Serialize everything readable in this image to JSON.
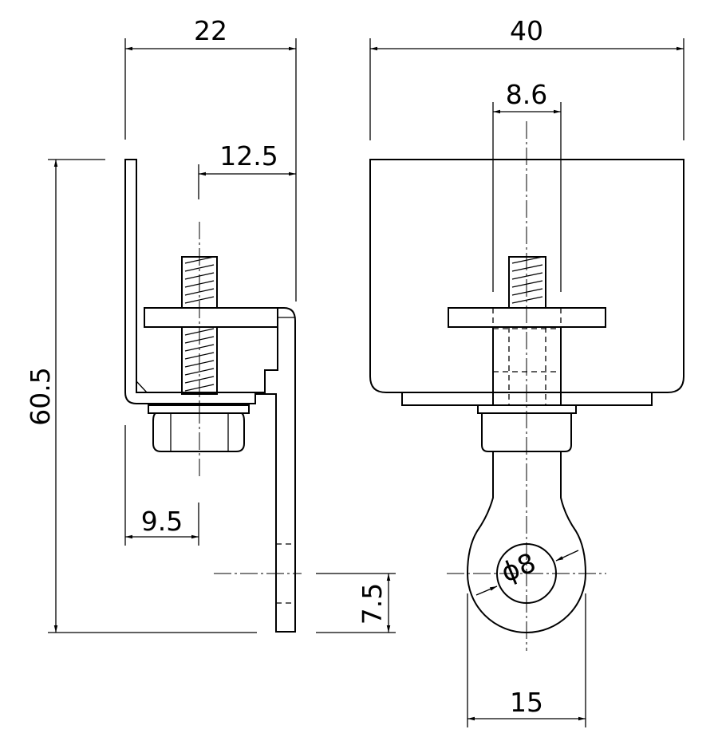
{
  "drawing": {
    "side_view": {
      "dim_width_top": "22",
      "dim_bolt_offset": "12.5",
      "dim_height": "60.5",
      "dim_bottom_offset": "9.5",
      "dim_hole_height": "7.5"
    },
    "front_view": {
      "dim_width_top": "40",
      "dim_bolt_width": "8.6",
      "dim_hole_diameter": "ϕ8",
      "dim_eye_width": "15"
    }
  }
}
